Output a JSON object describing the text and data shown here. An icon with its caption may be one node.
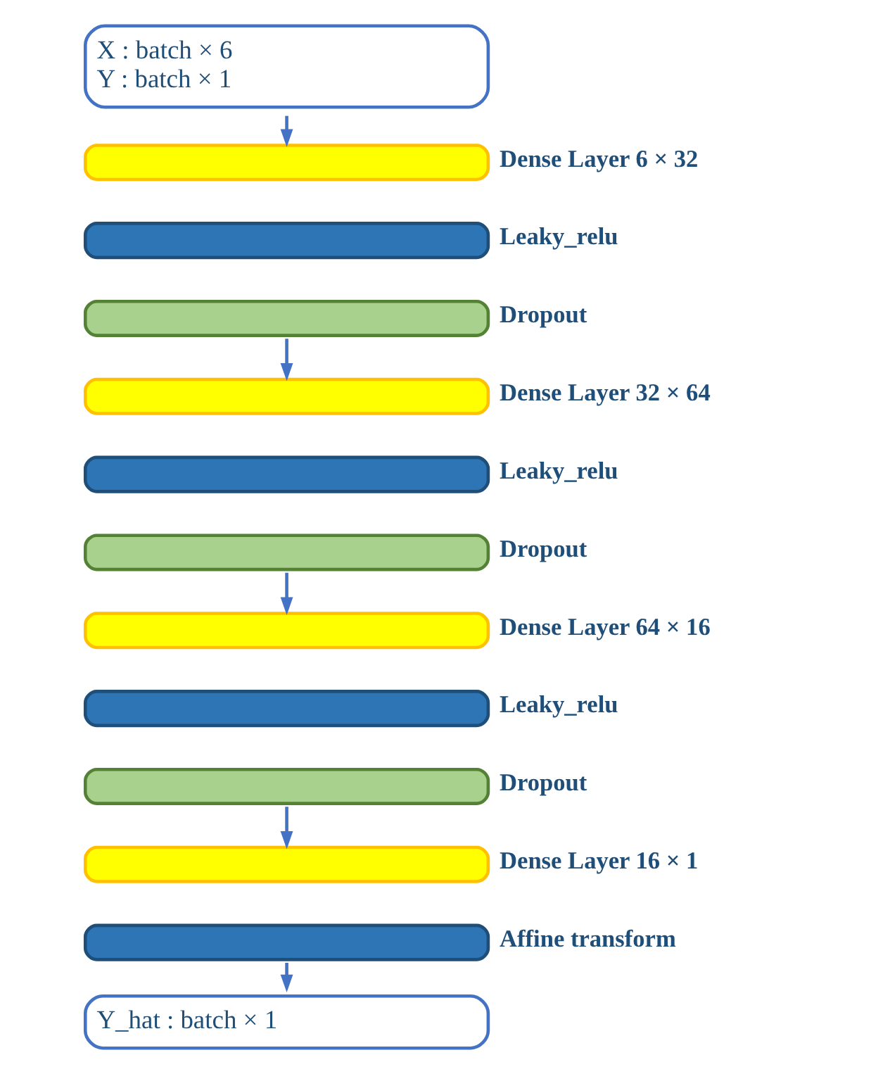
{
  "diagram": {
    "nodes": [
      {
        "text": [
          "X : batch × 6",
          "Y : batch × 1"
        ]
      },
      {
        "text": [],
        "shape": "bar",
        "beside": [
          "Dense Layer 6 × 32"
        ]
      },
      {
        "text": [],
        "shape": "bar",
        "beside": [
          "Leaky_relu"
        ]
      },
      {
        "text": [],
        "shape": "bar",
        "beside": [
          "Dropout"
        ]
      },
      {
        "text": [],
        "shape": "bar",
        "beside": [
          "Dense Layer 32 × 64"
        ]
      },
      {
        "text": [],
        "shape": "bar",
        "beside": [
          "Leaky_relu"
        ]
      },
      {
        "text": [],
        "shape": "bar",
        "beside": [
          "Dropout"
        ]
      },
      {
        "text": [],
        "shape": "bar",
        "beside": [
          "Dense Layer 64 × 16"
        ]
      },
      {
        "text": [],
        "shape": "bar",
        "beside": [
          "Leaky_relu"
        ]
      },
      {
        "text": [],
        "shape": "bar",
        "beside": [
          "Dropout"
        ]
      },
      {
        "text": [],
        "shape": "bar",
        "beside": [
          "Dense Layer 16 × 1"
        ]
      },
      {
        "text": [],
        "shape": "bar",
        "beside": [
          "Affine transform"
        ]
      },
      {
        "text": [
          "Y_hat : batch × 1"
        ]
      }
    ],
    "edges": [
      {
        "from": 0,
        "to": 1,
        "arrow": "to"
      },
      {
        "from": 3,
        "to": 4,
        "arrow": "to"
      },
      {
        "from": 6,
        "to": 7,
        "arrow": "to"
      },
      {
        "from": 9,
        "to": 10,
        "arrow": "to"
      },
      {
        "from": 11,
        "to": 12,
        "arrow": "to"
      }
    ]
  }
}
